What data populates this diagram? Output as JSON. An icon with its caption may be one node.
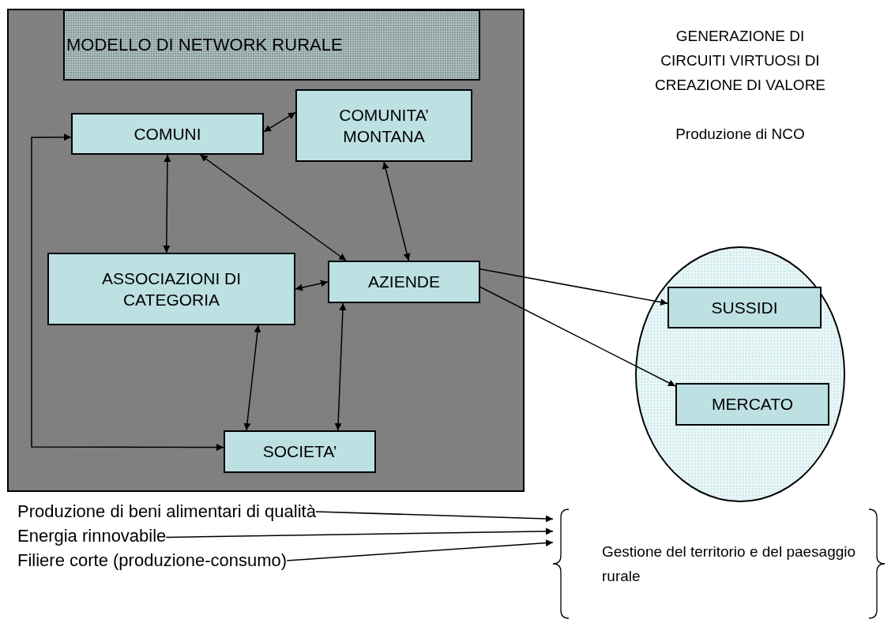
{
  "diagram": {
    "nodes": [
      {
        "text": [],
        "shape": "box"
      },
      {
        "text": [
          "MODELLO DI NETWORK RURALE"
        ],
        "in": 0
      },
      {
        "text": [
          "COMUNI"
        ],
        "in": 0
      },
      {
        "text": [
          "COMUNITA’ MONTANA"
        ],
        "in": 0
      },
      {
        "text": [
          "ASSOCIAZIONI DI CATEGORIA"
        ],
        "in": 0
      },
      {
        "text": [
          "AZIENDE"
        ],
        "in": 0
      },
      {
        "text": [
          "SOCIETA’"
        ],
        "in": 0
      },
      {
        "text": [],
        "shape": "ellipse"
      },
      {
        "text": [
          "SUSSIDI"
        ],
        "in": 7
      },
      {
        "text": [
          "MERCATO"
        ],
        "in": 7
      },
      {
        "text": [
          "Produzione di beni alimentari di qualità"
        ]
      },
      {
        "text": [
          "Energia rinnovabile"
        ]
      },
      {
        "text": [
          "Filiere corte (produzione-consumo)"
        ]
      },
      {
        "text": [
          "Gestione del territorio e del paesaggio rurale"
        ]
      }
    ],
    "edges": [
      {
        "from": 2,
        "to": 3,
        "arrow": "both"
      },
      {
        "from": 2,
        "to": 4,
        "arrow": "both"
      },
      {
        "from": 2,
        "to": 5,
        "arrow": "both"
      },
      {
        "from": 3,
        "to": 5,
        "arrow": "both"
      },
      {
        "from": 4,
        "to": 5,
        "arrow": "both"
      },
      {
        "from": 4,
        "to": 6,
        "arrow": "both"
      },
      {
        "from": 5,
        "to": 6,
        "arrow": "both"
      },
      {
        "from": 2,
        "to": 6,
        "arrow": "both"
      },
      {
        "from": 5,
        "to": 8,
        "arrow": "to"
      },
      {
        "from": 5,
        "to": 9,
        "arrow": "to"
      },
      {
        "from": 10,
        "to": 13,
        "arrow": "to"
      },
      {
        "from": 11,
        "to": 13,
        "arrow": "to"
      },
      {
        "from": 12,
        "to": 13,
        "arrow": "to"
      }
    ],
    "labels": [
      "GENERAZIONE DI CIRCUITI VIRTUOSI DI CREAZIONE DI VALORE",
      "Produzione di NCO"
    ]
  }
}
